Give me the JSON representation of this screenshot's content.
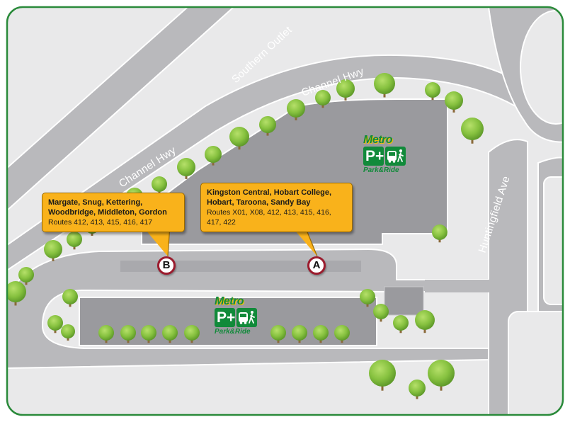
{
  "roads": {
    "southern_outlet": "Southern Outlet",
    "channel_hwy_upper": "Channel Hwy",
    "channel_hwy_lower": "Channel Hwy",
    "huntingfield_ave": "Huntingfield Ave"
  },
  "stops": {
    "b": {
      "marker": "B",
      "destinations": "Margate, Snug, Kettering, Woodbridge, Middleton, Gordon",
      "routes": "Routes 412, 413, 415, 416, 417"
    },
    "a": {
      "marker": "A",
      "destinations": "Kingston Central, Hobart College, Hobart, Taroona, Sandy Bay",
      "routes": "Routes X01, X08, 412, 413, 415, 416, 417, 422"
    }
  },
  "park_and_ride": {
    "brand": "Metro",
    "parking_label": "P+",
    "subtitle": "Park&Ride",
    "icons": [
      "parking-plus-icon",
      "bus-walk-icon"
    ]
  },
  "colors": {
    "frame": "#2a8a3a",
    "background": "#e9e9ea",
    "road": "#b9b9bc",
    "car_park": "#9a9a9e",
    "tree": "#86c13f",
    "callout": "#f9b21b",
    "marker_ring": "#9b1c2e",
    "brand_green": "#118a3a"
  }
}
